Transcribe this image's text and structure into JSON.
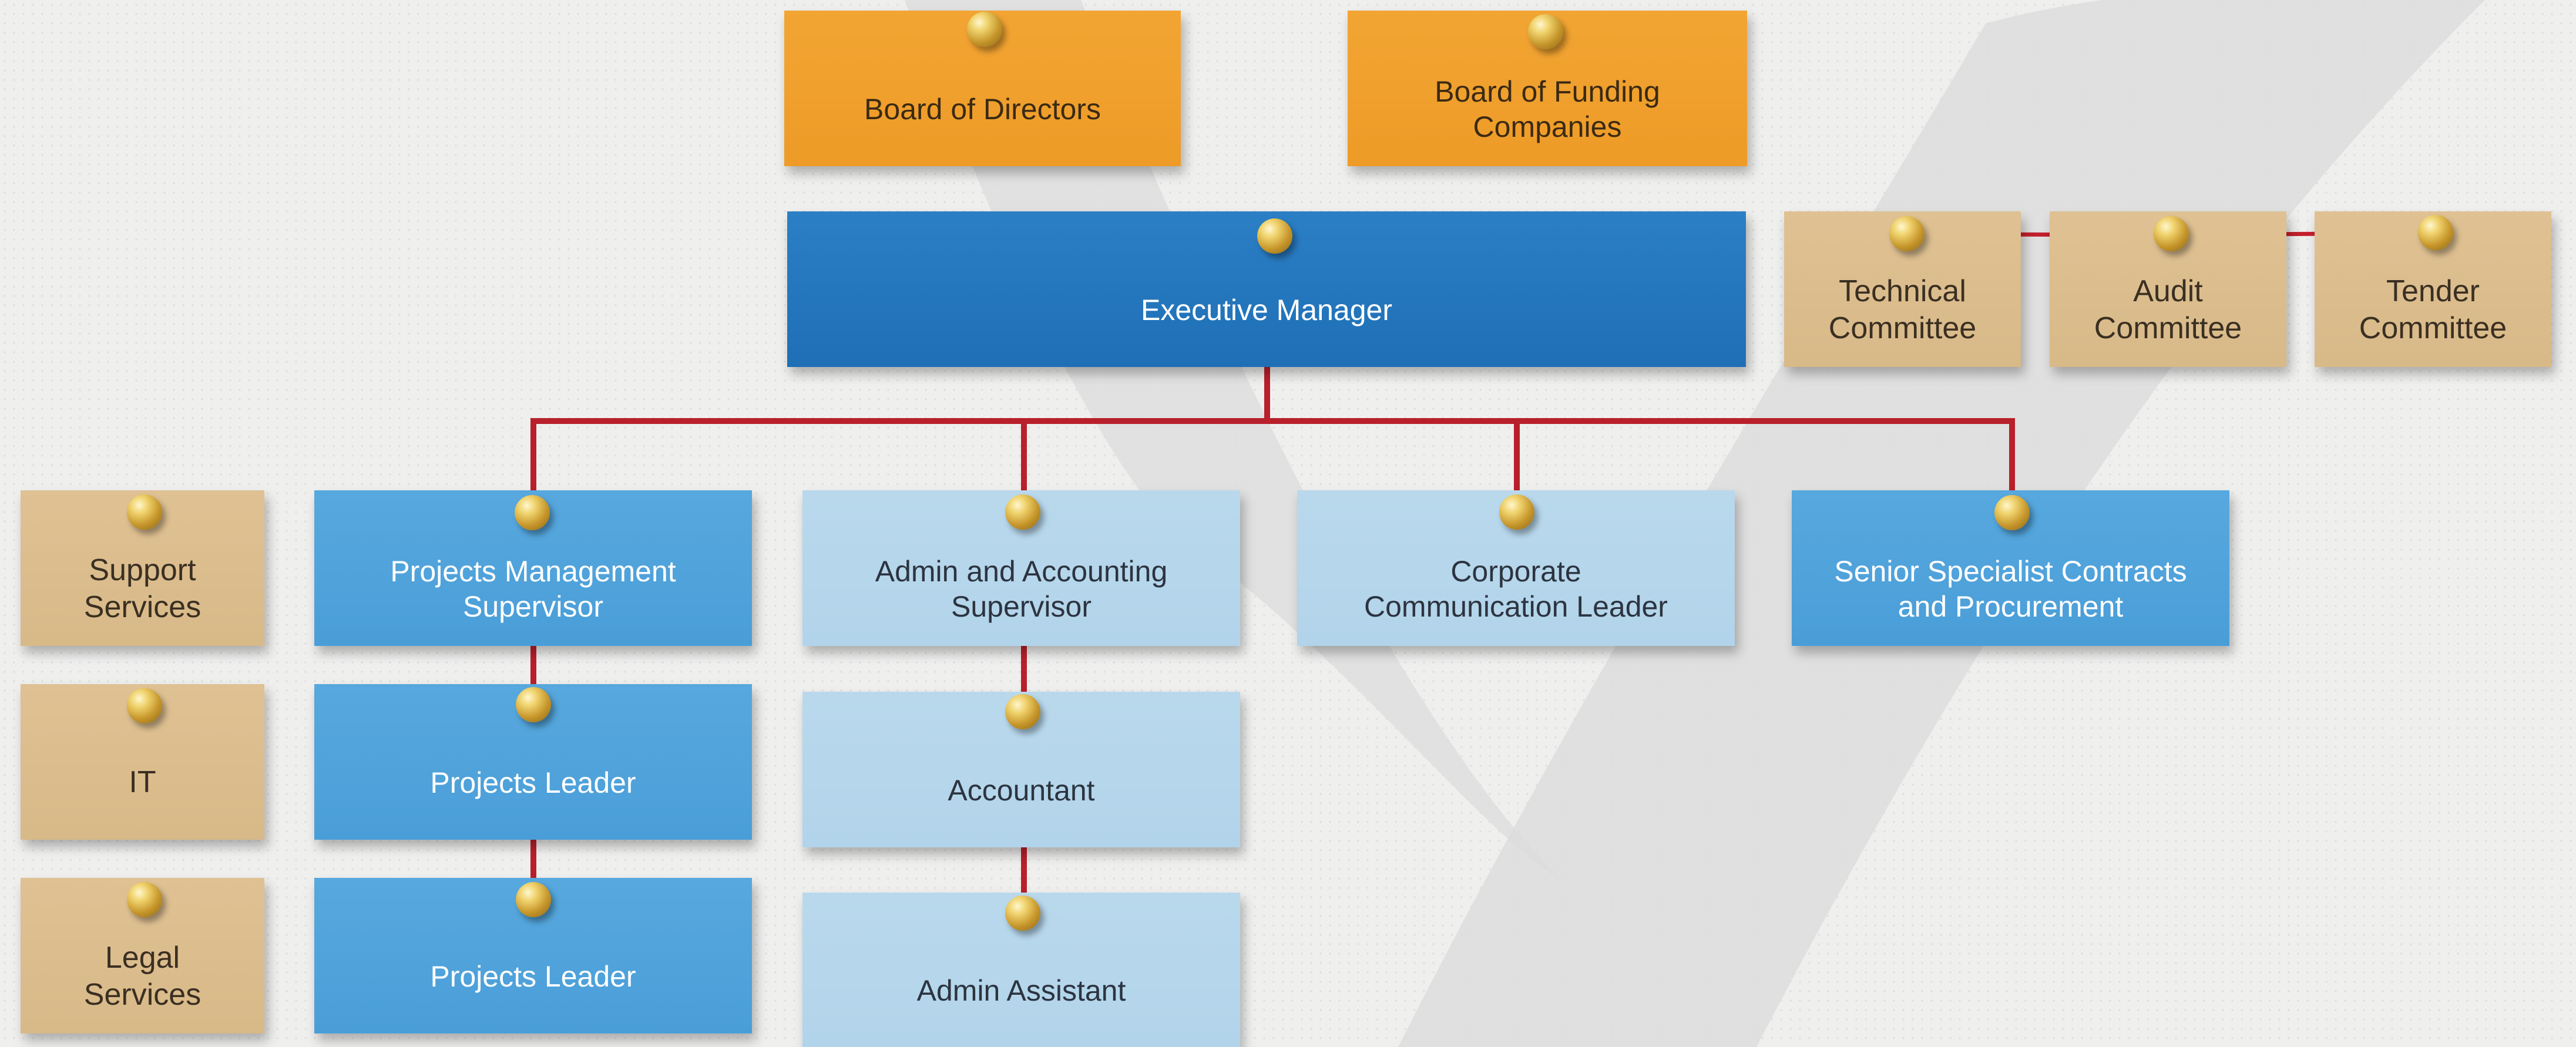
{
  "diagram": {
    "top_boards": {
      "board_of_directors": "Board of Directors",
      "board_of_funding": [
        "Board of Funding",
        "Companies"
      ]
    },
    "executive": "Executive Manager",
    "committees": {
      "technical": [
        "Technical",
        "Committee"
      ],
      "audit": [
        "Audit",
        "Committee"
      ],
      "tender": [
        "Tender",
        "Committee"
      ]
    },
    "support": {
      "support_services": [
        "Support",
        "Services"
      ],
      "it": "IT",
      "legal": [
        "Legal",
        "Services"
      ]
    },
    "departments": {
      "projects_supervisor": [
        "Projects Management",
        "Supervisor"
      ],
      "admin_supervisor": [
        "Admin and Accounting",
        "Supervisor"
      ],
      "corporate_comm": [
        "Corporate",
        "Communication Leader"
      ],
      "senior_specialist": [
        "Senior Specialist Contracts",
        "and Procurement"
      ]
    },
    "projects_leaders": [
      "Projects Leader",
      "Projects Leader"
    ],
    "admin_team": {
      "accountant": "Accountant",
      "admin_assistant": "Admin Assistant"
    }
  },
  "colors": {
    "connector": "#b8202b",
    "board_orange": "#ef9f2c",
    "executive_navy": "#2375bb",
    "department_mid": "#4a9ed8",
    "department_light": "#b4d5ea",
    "kraft": "#dbbd8c"
  }
}
